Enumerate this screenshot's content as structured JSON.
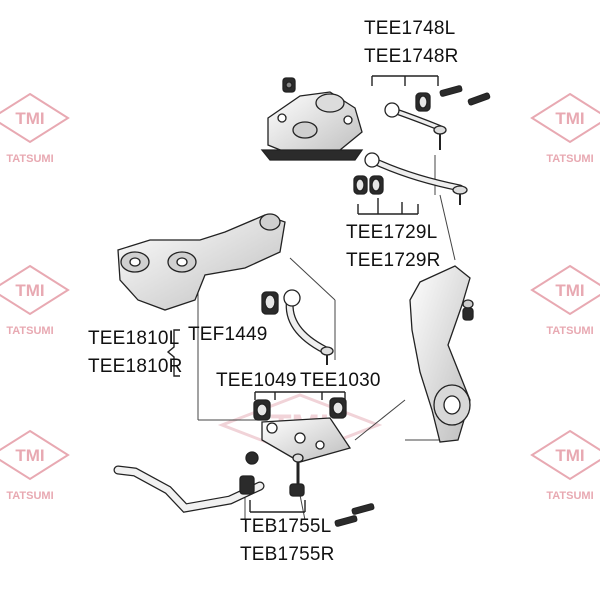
{
  "watermark": {
    "logo_text": "TMI",
    "brand_text": "TATSUMI",
    "color": "#e8a9b2"
  },
  "center_logo": {
    "text": "TMI",
    "color": "#f1d3d8"
  },
  "labels": {
    "tee1748": [
      "TEE1748L",
      "TEE1748R"
    ],
    "tee1729": [
      "TEE1729L",
      "TEE1729R"
    ],
    "tee1810": [
      "TEE1810L",
      "TEE1810R"
    ],
    "tef1449": "TEF1449",
    "tee1049": "TEE1049",
    "tee1030": "TEE1030",
    "teb1755": [
      "TEB1755L",
      "TEB1755R"
    ]
  },
  "colors": {
    "line": "#222222",
    "part_fill": "#f4f4f4",
    "part_shade": "#c9c9c9",
    "dark": "#2b2b2b"
  }
}
